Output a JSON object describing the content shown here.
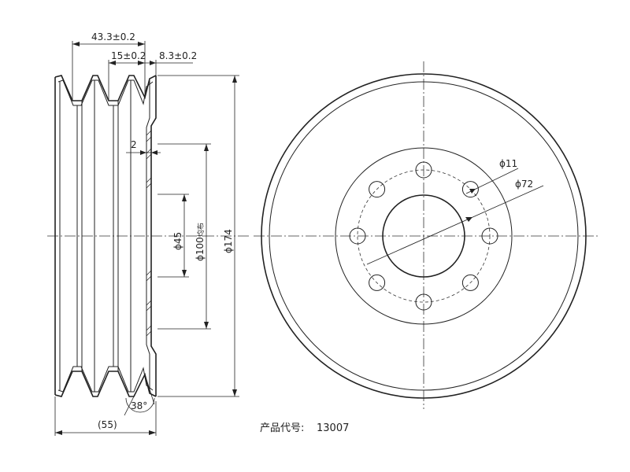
{
  "dimensions": {
    "width_overall": "43.3±0.2",
    "groove_pitch": "15±0.2",
    "groove_offset": "8.3±0.2",
    "web_thickness": "2",
    "bore_diameter": "ϕ45",
    "bolt_circle_diameter": "ϕ100",
    "bolt_circle_note": "均布",
    "outer_diameter": "ϕ174",
    "total_width": "(55)",
    "groove_angle": "38°",
    "hole_diameter": "ϕ11",
    "pcd_label": "ϕ72"
  },
  "product": {
    "code_label": "产品代号:",
    "code_value": "13007"
  },
  "colors": {
    "line": "#222222",
    "background": "#ffffff"
  }
}
